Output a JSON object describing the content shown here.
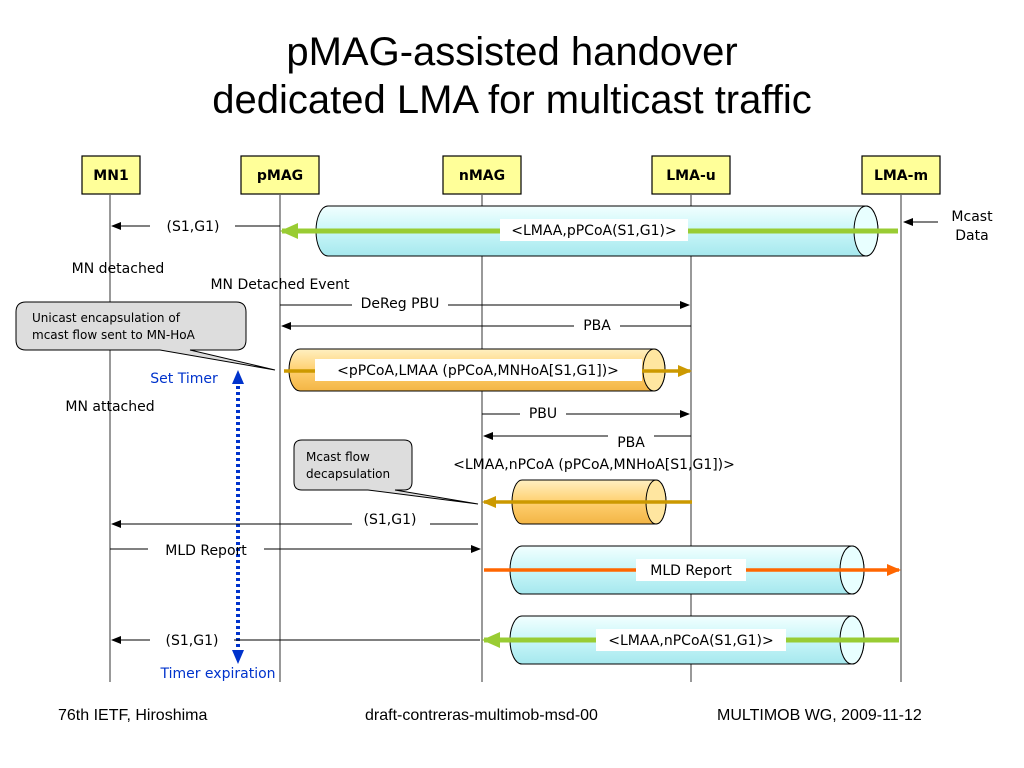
{
  "slide": {
    "title_line1": "pMAG-assisted handover",
    "title_line2": "dedicated LMA for multicast traffic"
  },
  "entities": [
    "MN1",
    "pMAG",
    "nMAG",
    "LMA-u",
    "LMA-m"
  ],
  "messages": {
    "s1g1_a": "(S1,G1)",
    "tunnel_u": "<LMAA,pPCoA(S1,G1)>",
    "mcast_data_1": "Mcast",
    "mcast_data_2": "Data",
    "mn_detached": "MN detached",
    "mn_detached_event": "MN Detached Event",
    "dereg_pbu": "DeReg PBU",
    "pba_1": "PBA",
    "tunnel_p": "<pPCoA,LMAA (pPCoA,MNHoA[S1,G1])>",
    "set_timer": "Set Timer",
    "mn_attached": "MN attached",
    "pbu": "PBU",
    "pba_2": "PBA",
    "tunnel_n_label": "<LMAA,nPCoA (pPCoA,MNHoA[S1,G1])>",
    "s1g1_b": "(S1,G1)",
    "mld_report_1": "MLD Report",
    "mld_report_2": "MLD Report",
    "s1g1_c": "(S1,G1)",
    "tunnel_m": "<LMAA,nPCoA(S1,G1)>",
    "timer_expiration": "Timer expiration"
  },
  "callouts": {
    "unicast_1": "Unicast encapsulation of",
    "unicast_2": "mcast flow sent to MN-HoA",
    "decap_1": "Mcast flow",
    "decap_2": "decapsulation"
  },
  "footer": {
    "left": "76th IETF, Hiroshima",
    "center": "draft-contreras-multimob-msd-00",
    "right": "MULTIMOB WG, 2009-11-12"
  },
  "colors": {
    "entity_box": "#ffff99",
    "tunnel_cyan": "#ccffff",
    "tunnel_orange": "#ffcc66",
    "arrow_green": "#99cc33",
    "arrow_gold": "#cc9900",
    "arrow_orange": "#ff6600",
    "timer_blue": "#0033cc",
    "callout_gray": "#dddddd"
  }
}
